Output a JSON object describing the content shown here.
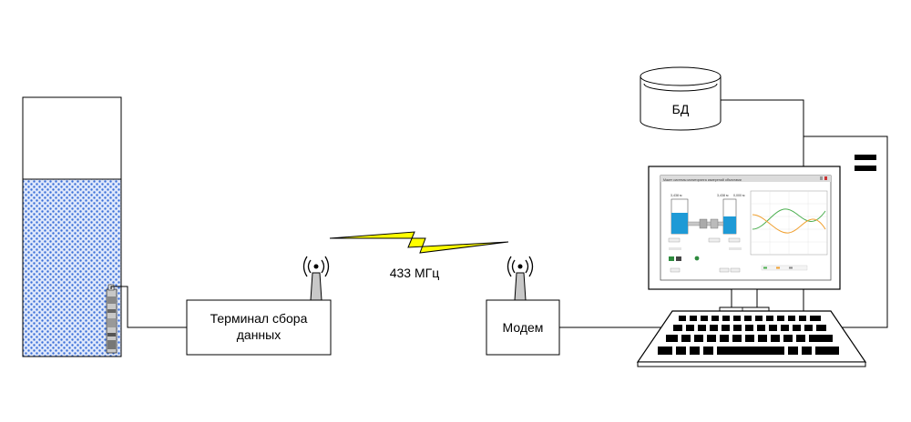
{
  "terminal": {
    "line1": "Терминал сбора",
    "line2": "данных"
  },
  "modem": {
    "label": "Модем"
  },
  "radio": {
    "label": "433 МГц"
  },
  "database": {
    "label": "БД"
  },
  "screen": {
    "title": "Макет системы мониторинга  измерений объектами",
    "tank_left_value": "3,438 м",
    "tank_right_value": "3,438 м",
    "tank_right_value2": "0,000 м"
  },
  "colors": {
    "water_dots": "#3a6fd8",
    "bolt": "#ffff00",
    "screen_tank": "#1e9ad6",
    "line_green": "#4caf50",
    "line_orange": "#f0a030",
    "window_titlebar": "#dcdcdc"
  },
  "icons": [
    "antenna-icon",
    "lightning-bolt-icon",
    "database-icon",
    "computer-icon",
    "keyboard-icon",
    "sensor-probe-icon"
  ]
}
